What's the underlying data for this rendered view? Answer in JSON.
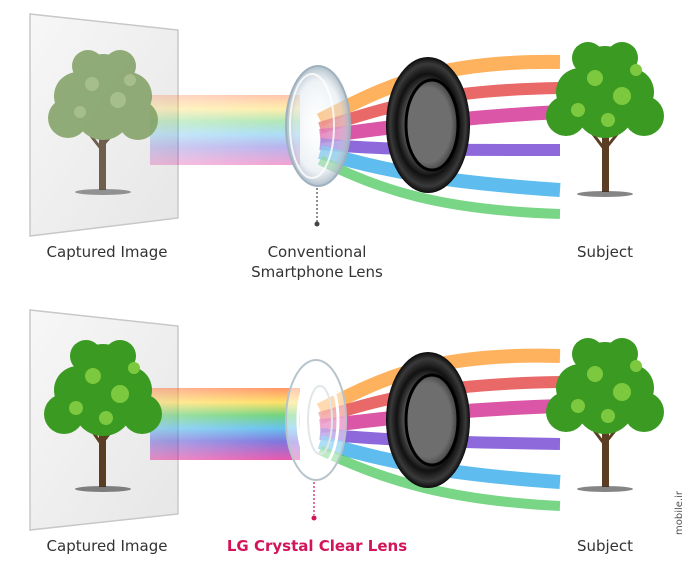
{
  "diagram": {
    "top": {
      "captured_label": "Captured Image",
      "lens_label_line1": "Conventional",
      "lens_label_line2": "Smartphone Lens",
      "subject_label": "Subject"
    },
    "bottom": {
      "captured_label": "Captured Image",
      "lens_label": "LG Crystal Clear Lens",
      "subject_label": "Subject"
    },
    "watermark": "mobile.ir"
  },
  "colors": {
    "accent": "#d4145a",
    "label_text": "#333333",
    "foliage_faded": "#7f9f63",
    "foliage_vivid": "#3a9a22",
    "lens_barrel": "#1a1a1a"
  }
}
